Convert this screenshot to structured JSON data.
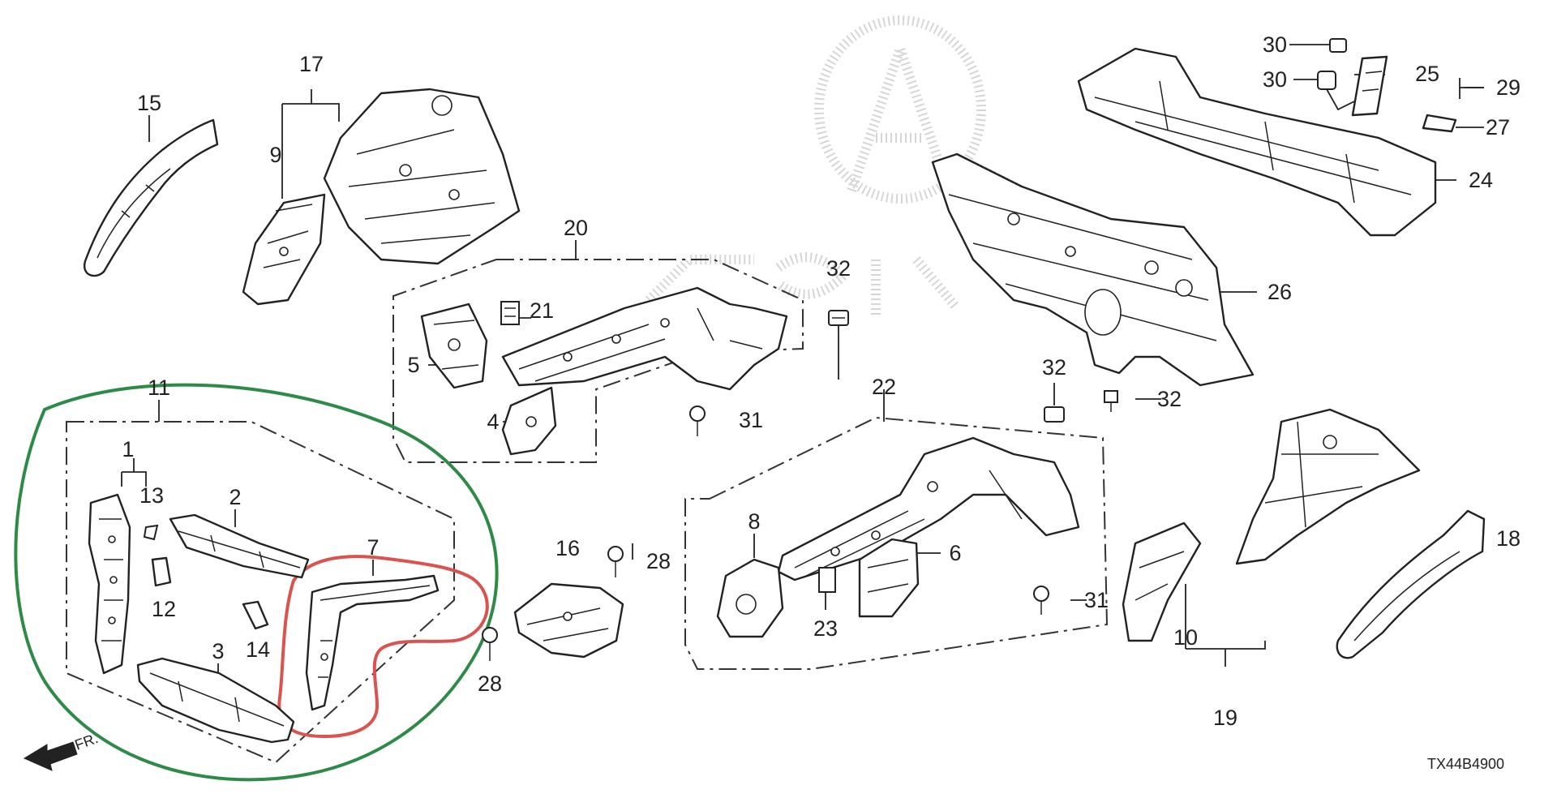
{
  "diagram": {
    "callouts": [
      "1",
      "2",
      "3",
      "4",
      "5",
      "6",
      "7",
      "8",
      "9",
      "10",
      "11",
      "12",
      "13",
      "14",
      "15",
      "16",
      "17",
      "18",
      "19",
      "20",
      "21",
      "22",
      "23",
      "24",
      "25",
      "26",
      "27",
      "28",
      "29",
      "30",
      "31",
      "32"
    ],
    "diagram_code": "TX44B4900",
    "front_arrow_label": "FR.",
    "colors": {
      "ink": "#222222",
      "green_outline": "#2e8b47",
      "red_outline": "#d9534f",
      "watermark": "#d6d6d6"
    }
  }
}
